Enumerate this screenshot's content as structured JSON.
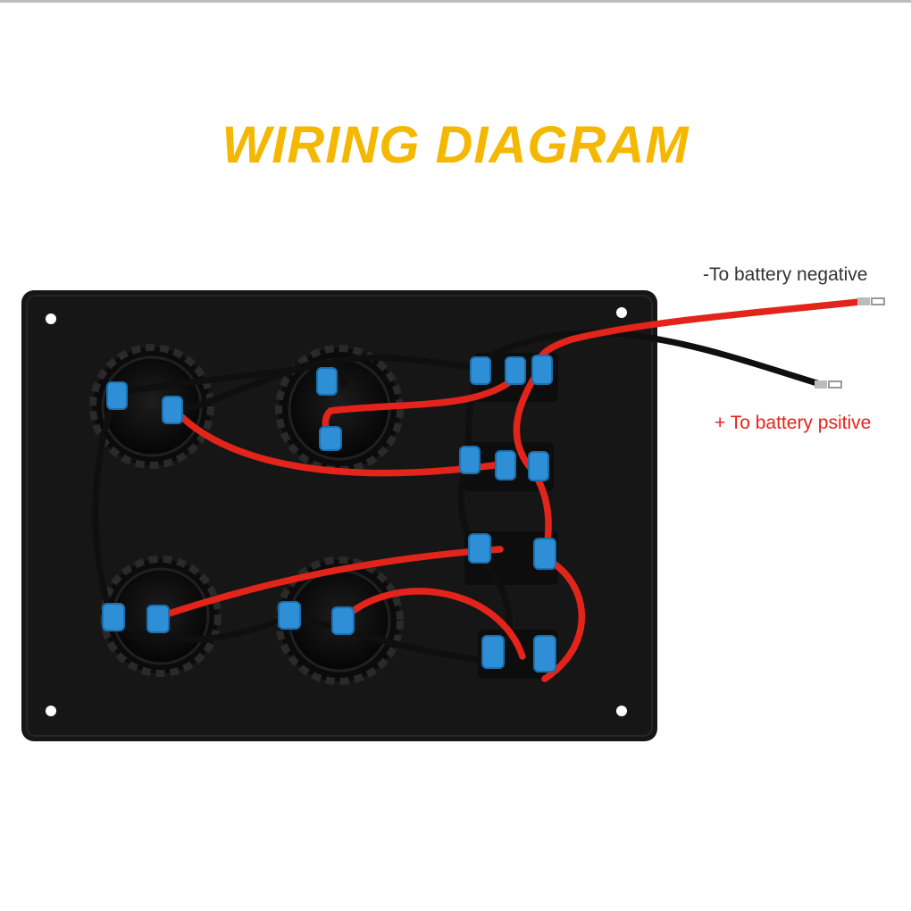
{
  "title": "WIRING DIAGRAM",
  "labels": {
    "negative": "-To battery negative",
    "positive": "+ To battery psitive"
  },
  "colors": {
    "title": "#F5B800",
    "negative_label": "#333333",
    "positive_label": "#E8221C",
    "panel": "#161616",
    "red_wire": "#E3241B",
    "black_wire": "#1a1a1a",
    "terminal": "#2E8FD6"
  },
  "components": {
    "sockets": 4,
    "switches": 4
  }
}
